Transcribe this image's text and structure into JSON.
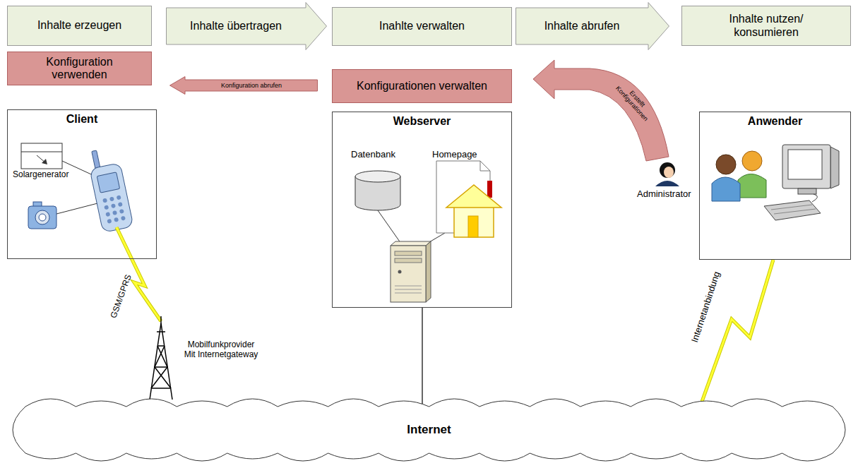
{
  "diagram": {
    "nodes": [
      {
        "text": [
          "Inhalte erzeugen"
        ]
      },
      {
        "text": [
          "Inhalte übertragen"
        ]
      },
      {
        "text": [
          "Inahlte verwalten"
        ]
      },
      {
        "text": [
          "Inhalte abrufen"
        ]
      },
      {
        "text": [
          "Inhalte nutzen/ konsumieren"
        ]
      },
      {
        "text": [
          "Konfiguration verwenden"
        ]
      },
      {
        "text": [
          "Konfiguration abrufen"
        ]
      },
      {
        "text": [
          "Konfigurationen verwalten"
        ]
      },
      {
        "text": [
          "Erstellt Konfigurationen"
        ]
      },
      {
        "text": [
          "Client"
        ]
      },
      {
        "text": [
          "Webserver"
        ]
      },
      {
        "text": [
          "Anwender"
        ]
      },
      {
        "text": [
          "Internet"
        ]
      }
    ],
    "edges": [
      {
        "from": 10,
        "to": 12,
        "arrow": "none"
      },
      {
        "from": 11,
        "to": 12,
        "label": "Internetanbindung",
        "arrow": "none"
      }
    ],
    "labels": [
      "Solargenerator",
      "Datenbank",
      "Homepage",
      "Administrator",
      "GSM/GPRS",
      "Mobilfunkprovider Mit Internetgateway"
    ]
  }
}
